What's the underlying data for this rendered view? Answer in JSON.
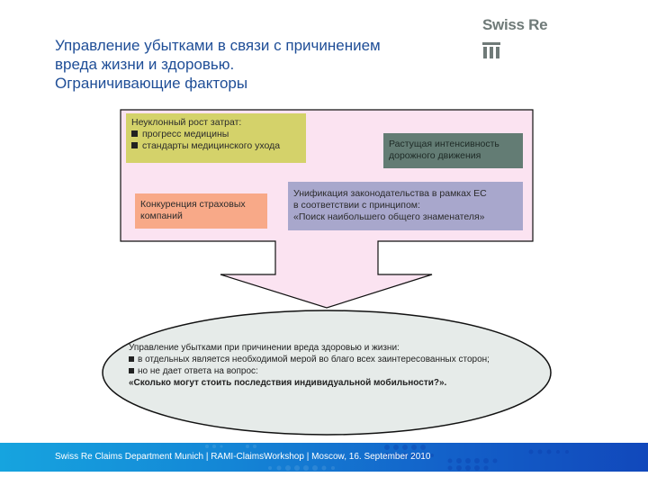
{
  "header": {
    "title_lines": [
      "Управление убытками в связи с причинением",
      "вреда жизни и здоровью.",
      "Ограничивающие факторы"
    ],
    "logo_text": "Swiss Re",
    "logo_icon": "swiss-re-pillars-icon"
  },
  "diagram": {
    "container_color": "#fbe3f1",
    "factors": [
      {
        "id": "costs",
        "color": "#d4d26a",
        "heading": "Неуклонный рост затрат:",
        "bullets": [
          "прогресс медицины",
          "стандарты медицинского ухода"
        ]
      },
      {
        "id": "traffic",
        "color": "#637c74",
        "lines": [
          "Растущая интенсивность",
          "дорожного движения"
        ]
      },
      {
        "id": "competition",
        "color": "#f8a988",
        "lines": [
          "Конкуренция страховых",
          "компаний"
        ]
      },
      {
        "id": "eu-unification",
        "color": "#a8a7cc",
        "lines": [
          "Унификация законодательства в рамках ЕС",
          "в соответствии с принципом:",
          "«Поиск наибольшего общего знаменателя»"
        ]
      }
    ],
    "conclusion": {
      "color": "#e6ebe9",
      "heading": "Управление убытками при причинении вреда здоровью и жизни:",
      "bullets": [
        "в отдельных является необходимой мерой во благо всех заинтересованных сторон;",
        "но не дает ответа на вопрос:"
      ],
      "question": "«Сколько могут стоить последствия индивидуальной мобильности?»."
    }
  },
  "footer": {
    "text": "Swiss Re Claims Department Munich | RAMI-ClaimsWorkshop | Moscow, 16. September 2010"
  }
}
